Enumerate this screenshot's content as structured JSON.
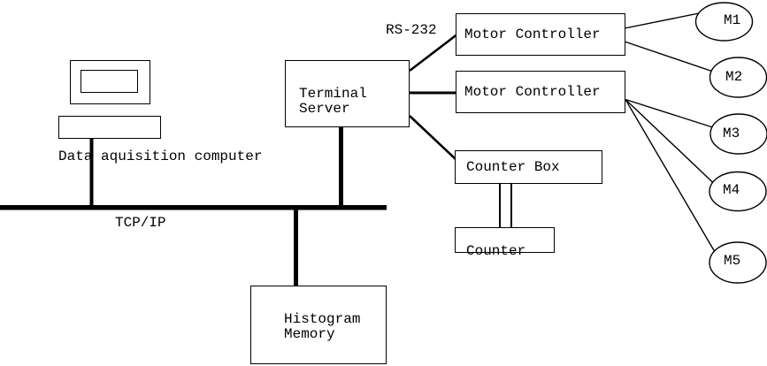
{
  "canvas": {
    "background_color": "#ffffff",
    "line_color": "#000000"
  },
  "labels": {
    "rs232": "RS-232",
    "tcpip": "TCP/IP",
    "data_acquisition": "Data aquisition computer"
  },
  "boxes": {
    "terminal_server": {
      "label": "Terminal\nServer"
    },
    "motor_controller_1": {
      "label": "Motor Controller"
    },
    "motor_controller_2": {
      "label": "Motor Controller"
    },
    "counter_box": {
      "label": "Counter Box"
    },
    "counter": {
      "label": "Counter"
    },
    "histogram_memory": {
      "label": "Histogram\nMemory"
    }
  },
  "motors": [
    {
      "label": "M1"
    },
    {
      "label": "M2"
    },
    {
      "label": "M3"
    },
    {
      "label": "M4"
    },
    {
      "label": "M5"
    }
  ]
}
